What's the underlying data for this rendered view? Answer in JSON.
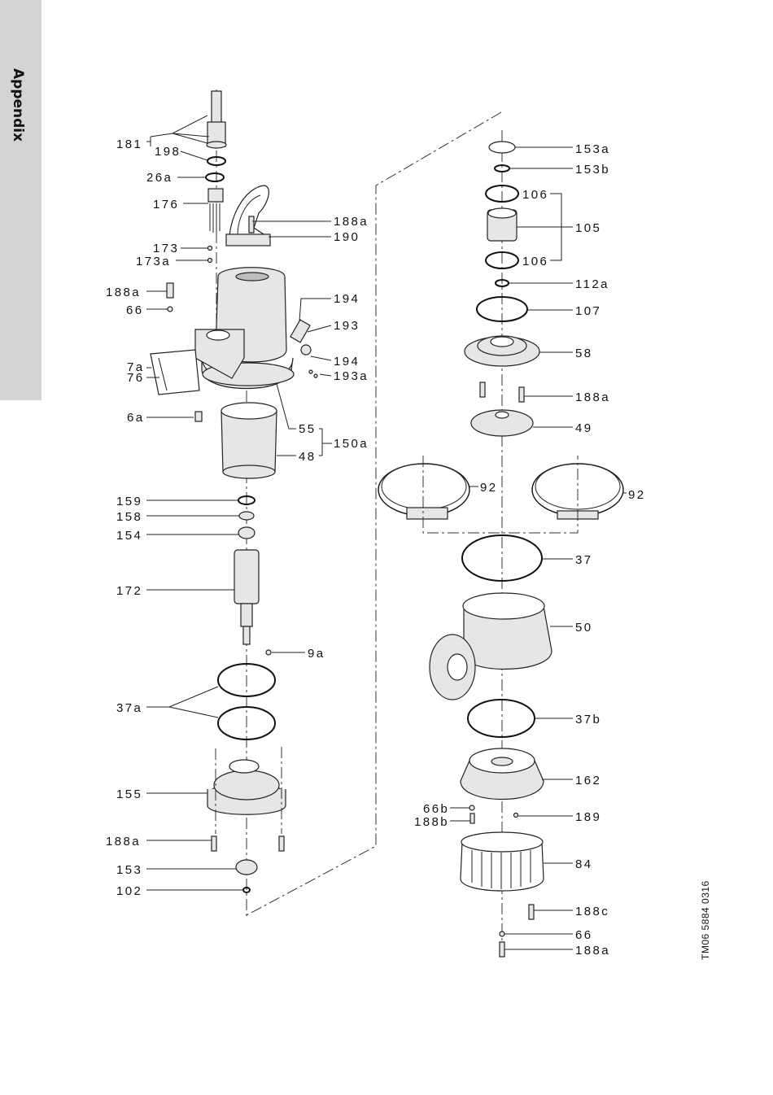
{
  "page": {
    "section_tab": "Appendix",
    "drawing_code": "TM06 5884 0316"
  },
  "labels": {
    "l181": "181",
    "l198": "198",
    "l26a": "26a",
    "l176": "176",
    "l188a_1": "188a",
    "l190": "190",
    "l173": "173",
    "l173a": "173a",
    "l188a_2": "188a",
    "l66": "66",
    "l194_1": "194",
    "l193": "193",
    "l194_2": "194",
    "l193a": "193a",
    "l7a": "7a",
    "l76": "76",
    "l6a": "6a",
    "l55": "55",
    "l48": "48",
    "l150a": "150a",
    "l159": "159",
    "l158": "158",
    "l154": "154",
    "l172": "172",
    "l9a": "9a",
    "l37a": "37a",
    "l155": "155",
    "l188a_3": "188a",
    "l153": "153",
    "l102": "102",
    "l153a": "153a",
    "l153b": "153b",
    "l106_1": "106",
    "l105": "105",
    "l106_2": "106",
    "l112a": "112a",
    "l107": "107",
    "l58": "58",
    "l188a_4": "188a",
    "l49": "49",
    "l92_1": "92",
    "l92_2": "92",
    "l37": "37",
    "l50": "50",
    "l37b": "37b",
    "l162": "162",
    "l66b": "66b",
    "l188b": "188b",
    "l189": "189",
    "l84": "84",
    "l188c": "188c",
    "l66_2": "66",
    "l188a_5": "188a"
  }
}
